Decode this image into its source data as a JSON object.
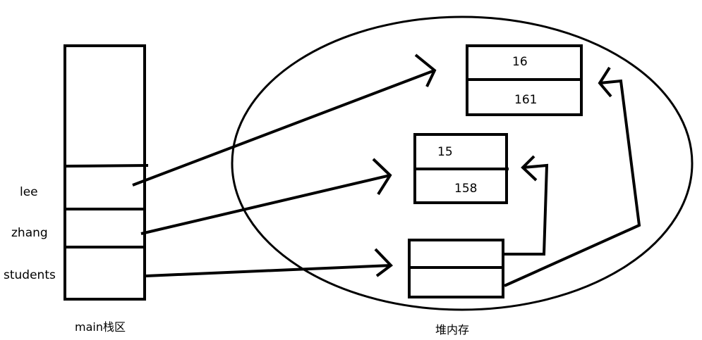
{
  "stack": {
    "caption": "main栈区",
    "variables": [
      "lee",
      "zhang",
      "students"
    ]
  },
  "heap": {
    "caption": "堆内存",
    "objects": [
      {
        "fields": [
          "16",
          "161"
        ]
      },
      {
        "fields": [
          "15",
          "158"
        ]
      },
      {
        "fields": [
          "",
          ""
        ]
      }
    ]
  }
}
